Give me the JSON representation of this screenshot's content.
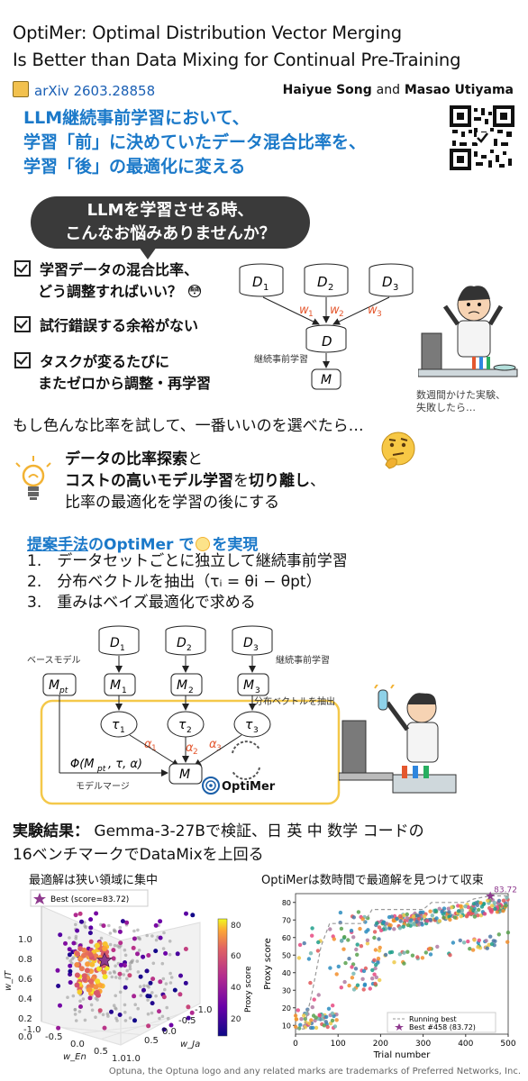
{
  "paper": {
    "title_line1": "OptiMer: Optimal Distribution Vector Merging",
    "title_line2": "Is Better than Data Mixing for Continual Pre-Training",
    "arxiv": "arXiv 2603.28858",
    "author1": "Haiyue Song",
    "and": "and",
    "author2": "Masao Utiyama"
  },
  "headline": {
    "line1": "LLM継続事前学習において、",
    "line2": "学習「前」に決めていたデータ混合比率を、",
    "line3": "学習「後」の最適化に変える"
  },
  "bubble": {
    "line1": "LLMを学習させる時、",
    "line2": "こんなお悩みありませんか？"
  },
  "worries": [
    {
      "line1": "学習データの混合比率、",
      "line2": "どう調整すればいい？ 😳"
    },
    {
      "line1": "試行錯誤する余裕がない",
      "line2": ""
    },
    {
      "line1": "タスクが変るたびに",
      "line2": "またゼロから調整・再学習"
    }
  ],
  "diagram1": {
    "d1": "D",
    "d1_sub": "1",
    "d2": "D",
    "d2_sub": "2",
    "d3": "D",
    "d3_sub": "3",
    "w1": "w",
    "w1_sub": "1",
    "w2": "w",
    "w2_sub": "2",
    "w3": "w",
    "w3_sub": "3",
    "d_mix": "D",
    "cpt_label": "継続事前学習",
    "m": "M"
  },
  "scientist_caption": {
    "line1": "数週間かけた実験、",
    "line2": "失敗したら…"
  },
  "try_ratios": "もし色んな比率を試して、一番いいのを選べたら…",
  "callout": {
    "line1_bold": "データの比率探索",
    "line1_tail": "と",
    "line2_bold": "コストの高いモデル学習",
    "line2_mid": "を",
    "line2_bold2": "切り離し",
    "line2_tail": "、",
    "line3": "比率の最適化を学習の後にする"
  },
  "proposed": {
    "head1": "提案手法",
    "head2": "のOptiMer で",
    "head3": "を実現",
    "steps": [
      "1.　データセットごとに独立して継続事前学習",
      "2.　分布ベクトルを抽出（τᵢ = θi − θpt）",
      "3.　重みはベイズ最適化で求める"
    ]
  },
  "diagram2": {
    "base_model_label": "ベースモデル",
    "mpt": "M",
    "mpt_sub": "pt",
    "d1": "D",
    "d1_sub": "1",
    "d2": "D",
    "d2_sub": "2",
    "d3": "D",
    "d3_sub": "3",
    "cpt_label": "継続事前学習",
    "m1": "M",
    "m1_sub": "1",
    "m2": "M",
    "m2_sub": "2",
    "m3": "M",
    "m3_sub": "3",
    "extract_label": "分布ベクトルを抽出",
    "t1": "τ",
    "t1_sub": "1",
    "t2": "τ",
    "t2_sub": "2",
    "t3": "τ",
    "t3_sub": "3",
    "a1": "α",
    "a1_sub": "1",
    "a2": "α",
    "a2_sub": "2",
    "a3": "α",
    "a3_sub": "3",
    "phi": "Φ(M",
    "phi_sub": "pt",
    "phi_tail": ", τ, α)",
    "merge_label": "モデルマージ",
    "m_final": "M",
    "optimer_logo": "OptiMer"
  },
  "results": {
    "head_bold": "実験結果：",
    "head_text1": " Gemma-3-27Bで検証、日 英 中 数学 コードの",
    "head_text2": "16ベンチマークでDataMixを上回る"
  },
  "plot_left": {
    "title": "最適解は狭い領域に集中",
    "legend": "Best (score=83.72)",
    "colorbar_label": "Proxy score",
    "colorbar_ticks": [
      "80",
      "60",
      "40",
      "20"
    ],
    "z_label": "w_IT",
    "z_ticks": [
      "1.0",
      "0.8",
      "0.6",
      "0.4",
      "0.2",
      "0.0"
    ],
    "x_label": "w_En",
    "x_ticks": [
      "-1.0",
      "-0.5",
      "0.0",
      "0.5",
      "1.01.0"
    ],
    "y_label": "w_Ja",
    "y_ticks": [
      "0.5",
      "0.0",
      "-0.5",
      "-1.0"
    ]
  },
  "chart_data": [
    {
      "type": "scatter",
      "title": "最適解は狭い領域に集中",
      "legend": [
        "Best (score=83.72)"
      ],
      "colorbar_label": "Proxy score",
      "clim": [
        10,
        85
      ],
      "best_score": 83.72
    },
    {
      "type": "scatter",
      "title": "OptiMerは数時間で最適解を見つけて収束",
      "xlabel": "Trial number",
      "ylabel": "Proxy score",
      "xlim": [
        0,
        500
      ],
      "ylim": [
        5,
        85
      ],
      "x_ticks": [
        0,
        100,
        200,
        300,
        400,
        500
      ],
      "y_ticks": [
        10,
        20,
        30,
        40,
        50,
        60,
        70,
        80
      ],
      "legend": [
        "Running best",
        "Best #458 (83.72)"
      ],
      "best_trial": 458,
      "best_score": 83.72,
      "running_best": [
        [
          0,
          8
        ],
        [
          20,
          8
        ],
        [
          40,
          30
        ],
        [
          60,
          55
        ],
        [
          80,
          68
        ],
        [
          160,
          68
        ],
        [
          180,
          76
        ],
        [
          300,
          76
        ],
        [
          320,
          80
        ],
        [
          400,
          80
        ],
        [
          420,
          82
        ],
        [
          458,
          83.72
        ],
        [
          500,
          83.72
        ]
      ]
    }
  ],
  "plot_right": {
    "title": "OptiMerは数時間で最適解を見つけて収束",
    "best_label": "83.72",
    "xlabel": "Trial number",
    "ylabel": "Proxy score",
    "legend_running": "Running best",
    "legend_best": "Best #458 (83.72)"
  },
  "footer": "Optuna, the Optuna logo and any related marks are trademarks of Preferred Networks, Inc."
}
